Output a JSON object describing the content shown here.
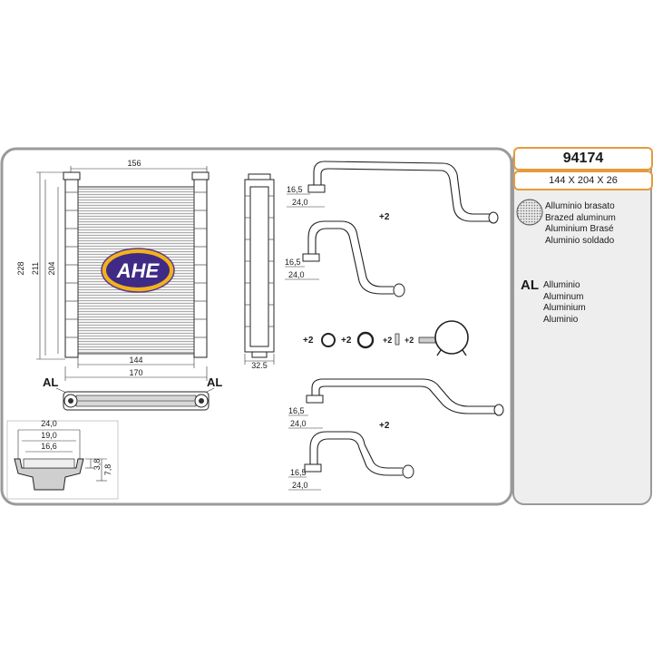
{
  "product": {
    "code": "94174",
    "size": "144 X 204 X 26"
  },
  "brand": {
    "logo_text": "AHE"
  },
  "materials": {
    "brazed": [
      "Alluminio brasato",
      "Brazed aluminum",
      "Aluminium Brasé",
      "Aluminio soldado"
    ],
    "al_symbol": "AL",
    "aluminum": [
      "Alluminio",
      "Aluminum",
      "Aluminium",
      "Aluminio"
    ]
  },
  "front_view": {
    "width_top": "156",
    "height_outer": "228",
    "height_mid": "211",
    "height_core": "204",
    "width_core": "144",
    "width_total": "170"
  },
  "side_view": {
    "depth": "32.5"
  },
  "tank_labels": {
    "left": "AL",
    "right": "AL"
  },
  "profile": {
    "w1": "24,0",
    "w2": "19,0",
    "w3": "16,6",
    "h1": "3,8",
    "h2": "7,8"
  },
  "pipes": [
    {
      "d1": "16,5",
      "d2": "24,0"
    },
    {
      "d1": "16,5",
      "d2": "24,0",
      "qty": "+2"
    },
    {
      "d1": "16,5",
      "d2": "24,0"
    },
    {
      "d1": "16,5",
      "d2": "24,0",
      "qty": "+2"
    }
  ],
  "accessories": [
    "+2",
    "+2",
    "+2",
    "+2"
  ]
}
